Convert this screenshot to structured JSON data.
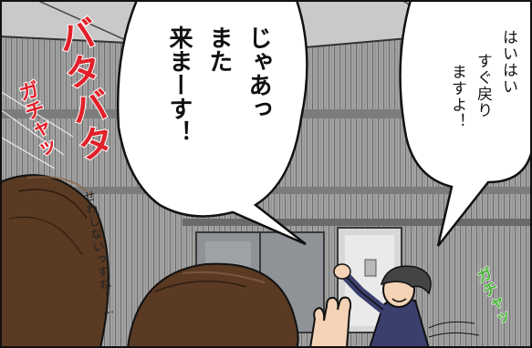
{
  "right_bubble": {
    "col1": "はいはい",
    "col2": "すぐ戻り",
    "col3": "ますよ！"
  },
  "left_bubble": {
    "col1": "じゃあっ",
    "col2": "また",
    "col3": "来まーす！"
  },
  "sfx": {
    "batabata": "バタバタ",
    "gacha_red": "ガチャッ",
    "gacha_green": "ガチャッ",
    "sewashinai": "せわしないっすねー…"
  },
  "colors": {
    "wall": "#9a9a9a",
    "ink": "#111111",
    "sfx_red": "#e1202a",
    "sfx_green": "#46b334",
    "hair": "#5a3a22",
    "suit": "#3a3f6e"
  }
}
